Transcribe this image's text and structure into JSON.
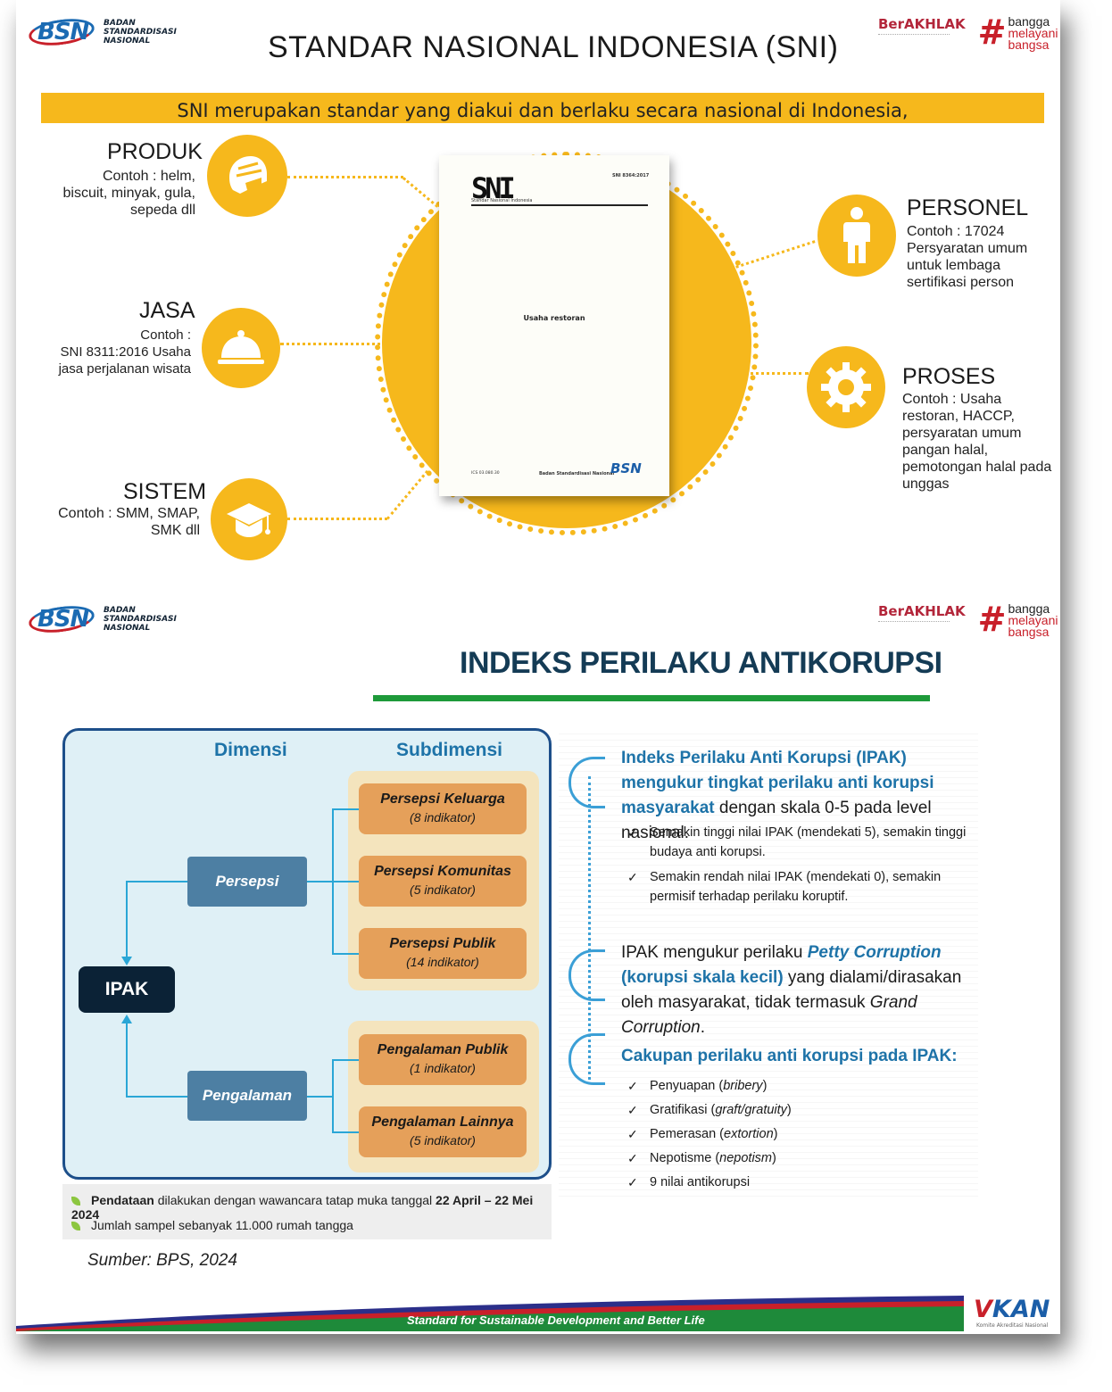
{
  "header": {
    "bsn_mark": "BSN",
    "bsn_name": [
      "BADAN",
      "STANDARDISASI",
      "NASIONAL"
    ],
    "akhlak": "BerAKHLAK",
    "hash": "#",
    "bmb": [
      "bangga",
      "melayani",
      "bangsa"
    ]
  },
  "sni": {
    "title": "STANDAR NASIONAL INDONESIA (SNI)",
    "banner": "SNI merupakan standar yang diakui dan berlaku secara nasional di Indonesia,",
    "document": {
      "logo": "SNI",
      "subtitle": "Standar Nasional Indonesia",
      "number": "SNI 8364:2017",
      "title": "Usaha restoran",
      "footer_left": "ICS 03.080.30",
      "footer_right": "Badan Standardisasi Nasional",
      "footer_logo": "BSN"
    },
    "categories": {
      "produk": {
        "title": "PRODUK",
        "lines": [
          "Contoh : helm,",
          "biscuit, minyak, gula,",
          "sepeda dll"
        ],
        "icon": "helmet-icon"
      },
      "jasa": {
        "title": "JASA",
        "lines": [
          "Contoh :",
          "SNI 8311:2016 Usaha",
          "jasa perjalanan wisata"
        ],
        "icon": "cloche-icon"
      },
      "sistem": {
        "title": "SISTEM",
        "lines": [
          "Contoh : SMM, SMAP,",
          "SMK dll"
        ],
        "icon": "graduation-cap-icon"
      },
      "personel": {
        "title": "PERSONEL",
        "lines": [
          "Contoh :  17024",
          "Persyaratan umum",
          "untuk lembaga",
          "sertifikasi person"
        ],
        "icon": "person-icon"
      },
      "proses": {
        "title": "PROSES",
        "lines": [
          "Contoh : Usaha",
          "restoran, HACCP,",
          "persyaratan umum",
          "pangan halal,",
          "pemotongan halal pada",
          "unggas"
        ],
        "icon": "gear-icon"
      }
    }
  },
  "ipak": {
    "title": "INDEKS PERILAKU ANTIKORUPSI",
    "dimensi_label": "Dimensi",
    "subdimensi_label": "Subdimensi",
    "root": "IPAK",
    "dimensions": [
      {
        "label": "Persepsi",
        "subs": [
          {
            "title": "Persepsi Keluarga",
            "count": "(8 indikator)"
          },
          {
            "title": "Persepsi Komunitas",
            "count": "(5 indikator)"
          },
          {
            "title": "Persepsi Publik",
            "count": "(14 indikator)"
          }
        ]
      },
      {
        "label": "Pengalaman",
        "subs": [
          {
            "title": "Pengalaman Publik",
            "count": "(1 indikator)"
          },
          {
            "title": "Pengalaman Lainnya",
            "count": "(5 indikator)"
          }
        ]
      }
    ],
    "notes": [
      {
        "bold1": "Pendataan",
        "text": " dilakukan dengan wawancara tatap muka tanggal ",
        "bold2": "22 April – 22 Mei 2024"
      },
      {
        "text": "Jumlah sampel sebanyak 11.000 rumah tangga"
      }
    ],
    "source": "Sumber: BPS, 2024",
    "p1": {
      "highlight": "Indeks Perilaku Anti Korupsi (IPAK) mengukur tingkat perilaku anti korupsi masyarakat",
      "rest": " dengan skala 0-5 pada level nasional."
    },
    "p1_checks": [
      "Semakin tinggi nilai IPAK (mendekati 5), semakin tinggi budaya anti korupsi.",
      "Semakin rendah nilai IPAK (mendekati 0), semakin permisif terhadap perilaku koruptif."
    ],
    "p2": {
      "a": "IPAK mengukur perilaku ",
      "b": "Petty Corruption",
      "c": "(korupsi skala kecil)",
      "d": " yang dialami/dirasakan oleh masyarakat, tidak termasuk ",
      "e": "Grand Corruption",
      "f": "."
    },
    "p3_title": "Cakupan perilaku anti korupsi pada IPAK:",
    "p3_checks": [
      {
        "a": "Penyuapan (",
        "b": "bribery",
        "c": ")"
      },
      {
        "a": "Gratifikasi (",
        "b": "graft/gratuity",
        "c": ")"
      },
      {
        "a": "Pemerasan (",
        "b": "extortion",
        "c": ")"
      },
      {
        "a": "Nepotisme (",
        "b": "nepotism",
        "c": ")"
      },
      {
        "a": "9 nilai antikorupsi",
        "b": "",
        "c": ""
      }
    ]
  },
  "footer": {
    "tagline": "Standard for Sustainable Development and Better Life",
    "kan": "KAN",
    "kan_sub": "Komite Akreditasi Nasional"
  },
  "colors": {
    "yellow": "#f6b81c",
    "navy": "#143b55",
    "green": "#1e9a3a",
    "blue": "#1e73a8",
    "orange": "#e5a05a"
  }
}
